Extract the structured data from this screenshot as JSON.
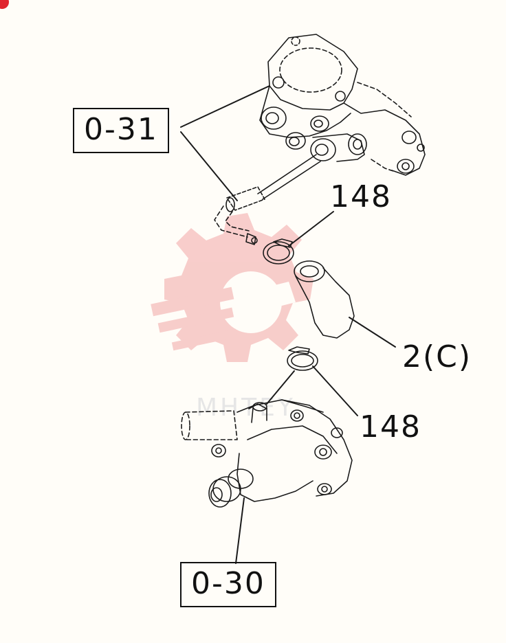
{
  "labels": {
    "ref_031": "0-31",
    "ref_030": "0-30",
    "part_148_upper": "148",
    "part_148_lower": "148",
    "part_2c": "2(C)"
  },
  "colors": {
    "line": "#1a1a1a",
    "watermark": "#f2a6a6",
    "corner_badge": "#e0242e",
    "background": "#fffdf8"
  },
  "icons": {
    "watermark": "gear-wrench-watermark-icon",
    "corner": "red-badge-icon"
  }
}
